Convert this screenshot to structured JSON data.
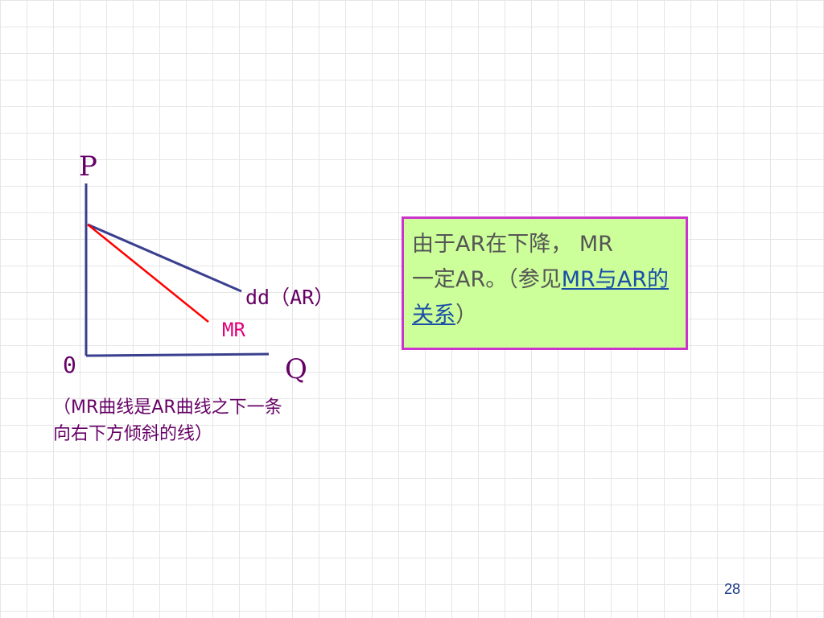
{
  "diagram": {
    "axis_y_label": "P",
    "axis_x_label": "Q",
    "origin_label": "0",
    "dd_label": "dd（AR）",
    "mr_label": "MR",
    "colors": {
      "axes": "#3a3f8f",
      "dd_curve": "#3a3f8f",
      "mr_curve": "#ff0000"
    }
  },
  "caption": {
    "line1": "（MR曲线是AR曲线之下一条",
    "line2": "向右下方倾斜的线）"
  },
  "note": {
    "text_part1": "由于AR在下降， MR",
    "text_part2": "一定AR。（参见",
    "link_text": "MR与AR的关系",
    "text_part3": "）",
    "colors": {
      "background": "#ccff99",
      "border": "#cc33cc",
      "link": "#1a4fa8"
    }
  },
  "slide_number": "28"
}
